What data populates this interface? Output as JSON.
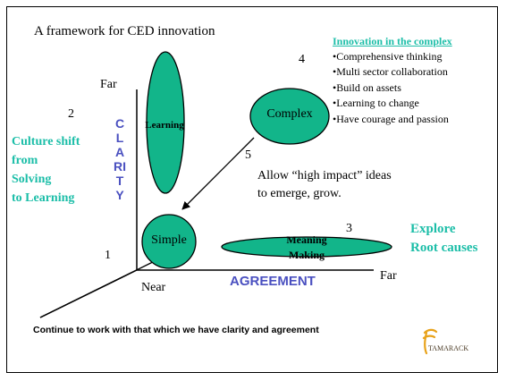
{
  "slide": {
    "title": "A framework for CED innovation",
    "bottom_note": "Continue to work with that which we have clarity and agreement"
  },
  "axes": {
    "vertical_label": "CLARITY",
    "horizontal_label": "AGREEMENT",
    "vertical_far": "Far",
    "horizontal_far": "Far",
    "origin": "Near"
  },
  "numbers": {
    "n1": "1",
    "n2": "2",
    "n3": "3",
    "n4": "4",
    "n5": "5"
  },
  "nodes": {
    "learning": "Learning",
    "simple": "Simple",
    "complex": "Complex",
    "meaning_making": [
      "Meaning",
      "Making"
    ]
  },
  "culture_shift": [
    "Culture shift",
    "from",
    "Solving",
    "to Learning"
  ],
  "explore": [
    "Explore",
    "Root causes"
  ],
  "impact_note": [
    "Allow “high impact” ideas",
    "to emerge, grow."
  ],
  "complex_panel": {
    "heading": "Innovation in the complex",
    "items": [
      "•Comprehensive thinking",
      "•Multi sector collaboration",
      "•Build on assets",
      "•Learning to change",
      "•Have courage and passion"
    ]
  },
  "logo": {
    "text": "TAMARACK"
  },
  "colors": {
    "node_fill": "#12b58a",
    "teal_text": "#1cbea8",
    "axis_label": "#4a50c0",
    "logo_orange": "#e8a21a"
  }
}
